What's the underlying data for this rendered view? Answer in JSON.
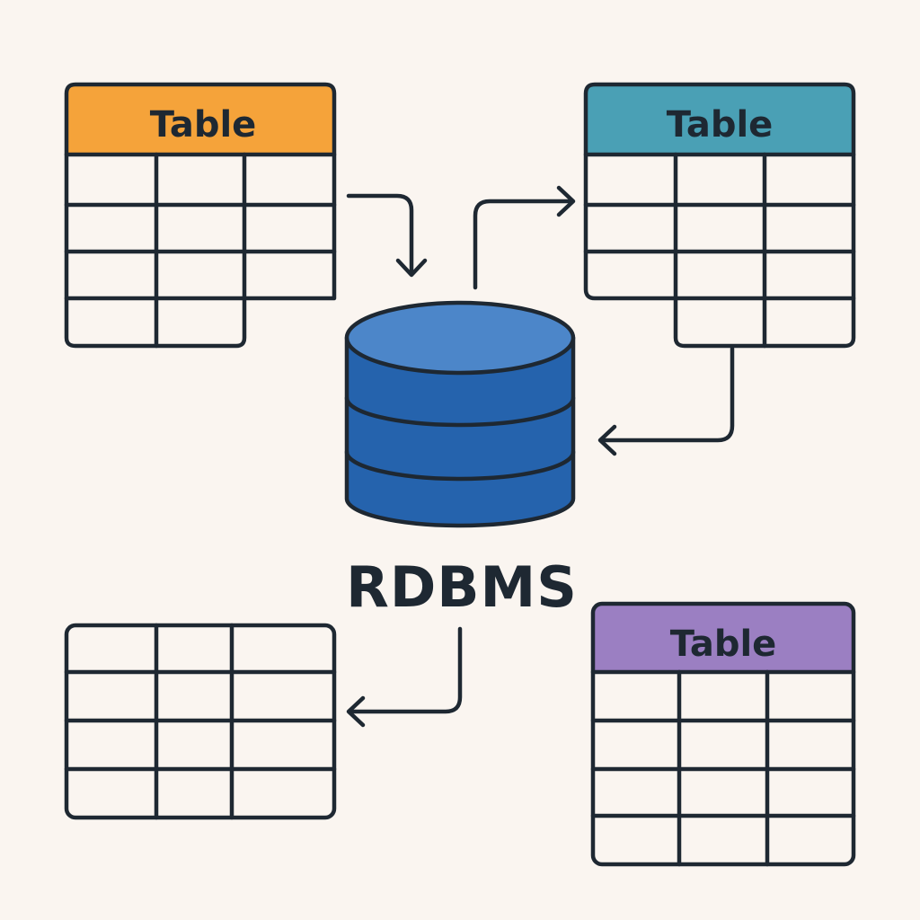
{
  "diagram": {
    "center_label": "RDBMS",
    "colors": {
      "background": "#faf5f0",
      "stroke": "#1e2832",
      "cylinder_fill": "#2563ad",
      "cylinder_top": "#4c86c9",
      "header_orange": "#f5a33a",
      "header_teal": "#4aa0b5",
      "header_purple": "#9b7fc2"
    },
    "tables": [
      {
        "id": "top-left",
        "header": "Table",
        "header_color": "orange"
      },
      {
        "id": "top-right",
        "header": "Table",
        "header_color": "teal"
      },
      {
        "id": "bottom-left",
        "header": "",
        "header_color": "none"
      },
      {
        "id": "bottom-right",
        "header": "Table",
        "header_color": "purple"
      }
    ],
    "icons": [
      "database-cylinder-icon",
      "arrow-icon"
    ]
  }
}
